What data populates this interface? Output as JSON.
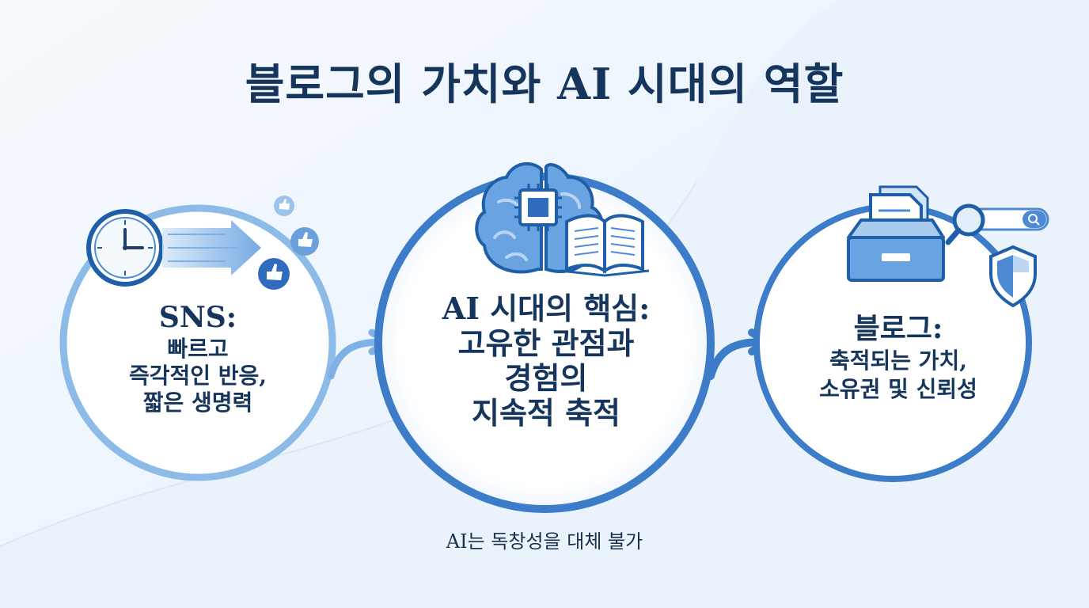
{
  "title": "블로그의 가치와 AI 시대의 역할",
  "sns": {
    "heading": "SNS:",
    "lines": [
      "빠르고",
      "즉각적인 반응,",
      "짧은 생명력"
    ]
  },
  "core": {
    "lines": [
      "AI 시대의 핵심:",
      "고유한 관점과",
      "경험의",
      "지속적 축적"
    ]
  },
  "blog": {
    "heading": "블로그:",
    "lines": [
      "축적되는 가치,",
      "소유권 및 신뢰성"
    ]
  },
  "caption": "AI는 독창성을 대체 불가",
  "icons": [
    "clock-icon",
    "speed-arrow-icon",
    "thumbs-up-icon",
    "brain-icon",
    "chip-icon",
    "open-book-icon",
    "document-icon",
    "archive-box-icon",
    "search-bar-icon",
    "magnifier-icon",
    "shield-icon",
    "flow-arrow-icon"
  ],
  "colors": {
    "background": "#eaf3fc",
    "accent": "#3d7cc9",
    "light_accent": "#8dbbe8",
    "text": "#15355c"
  }
}
